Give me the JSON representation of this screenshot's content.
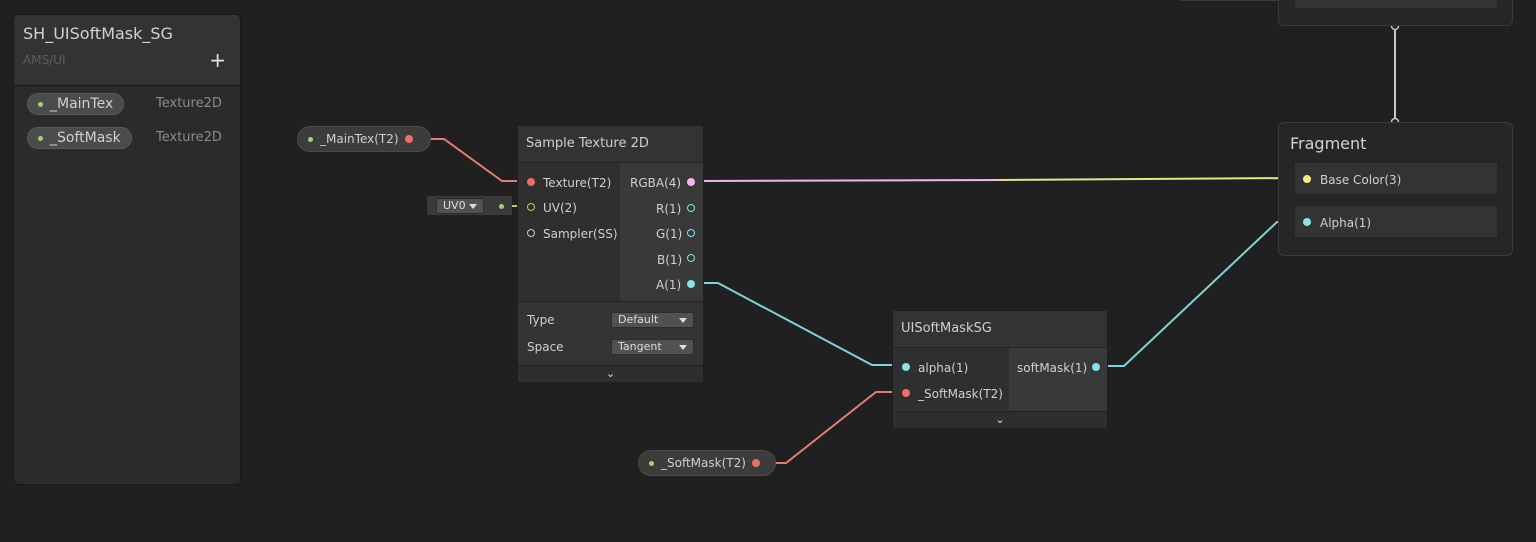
{
  "blackboard": {
    "title": "SH_UISoftMask_SG",
    "subtitle": "AMS/UI",
    "add_label": "+",
    "properties": [
      {
        "name": "_MainTex",
        "type": "Texture2D"
      },
      {
        "name": "_SoftMask",
        "type": "Texture2D"
      }
    ]
  },
  "graph": {
    "maintex_node": "_MainTex(T2)",
    "softmask_node": "_SoftMask(T2)",
    "uv_select": "UV0",
    "sample_texture": {
      "title": "Sample Texture 2D",
      "inputs": [
        "Texture(T2)",
        "UV(2)",
        "Sampler(SS)"
      ],
      "outputs": [
        "RGBA(4)",
        "R(1)",
        "G(1)",
        "B(1)",
        "A(1)"
      ],
      "type_label": "Type",
      "type_value": "Default",
      "space_label": "Space",
      "space_value": "Tangent"
    },
    "uisoftmask": {
      "title": "UISoftMaskSG",
      "inputs": [
        "alpha(1)",
        "_SoftMask(T2)"
      ],
      "output": "softMask(1)"
    },
    "fragment": {
      "title": "Fragment",
      "slots": [
        "Base Color(3)",
        "Alpha(1)"
      ]
    }
  },
  "colors": {
    "texture_port": "#e96f6f",
    "vector4_port": "#f1b8f0",
    "vector3_port": "#f5f17e",
    "float_port": "#84e4e7",
    "uv_port": "#9fd66b"
  }
}
